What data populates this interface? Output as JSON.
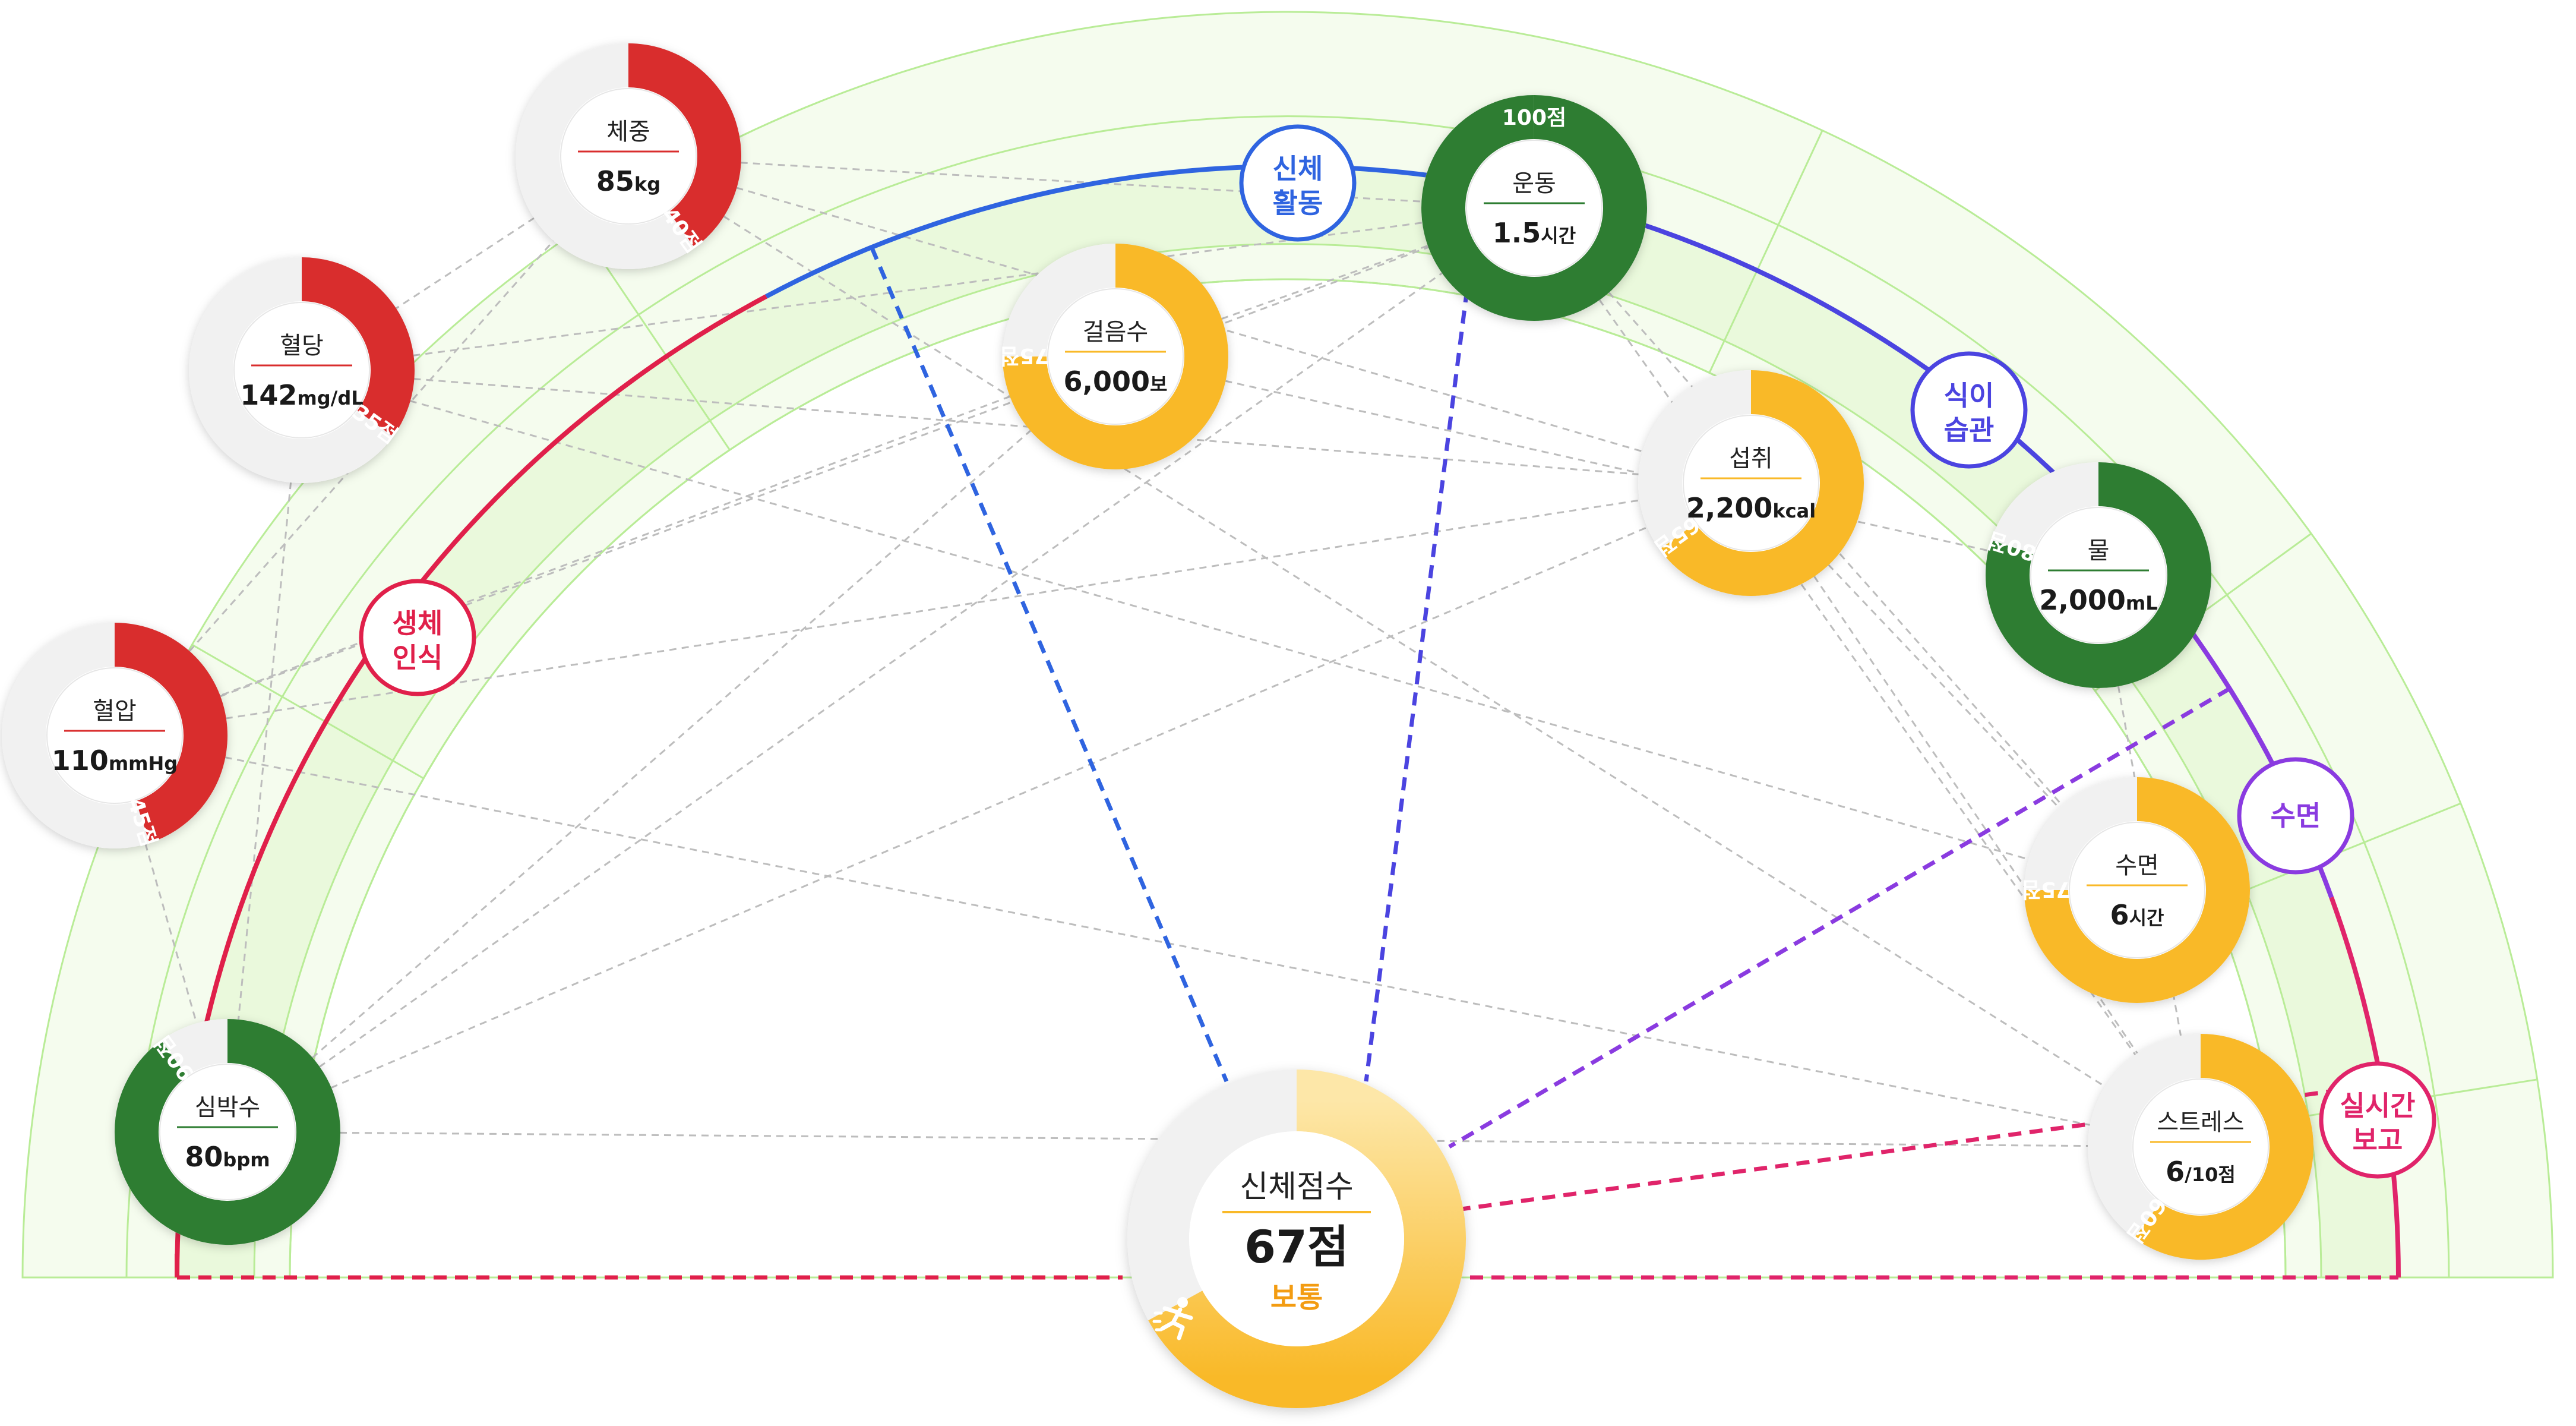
{
  "colors": {
    "red": "#D92D2D",
    "green": "#2E7D32",
    "yellow": "#F9B928",
    "track": "#F1F1F1",
    "band": "#EAF9DC",
    "band_line": "#B9EC97",
    "blue": "#2F64E0",
    "indigo": "#4B44E0",
    "purple": "#8A3BE0",
    "pink": "#E0246A",
    "crimson": "#E02050",
    "connector": "#BDBDBD"
  },
  "categories": [
    {
      "id": "bio",
      "label_line1": "생체",
      "label_line2": "인식",
      "color": "#E0204A"
    },
    {
      "id": "activity",
      "label_line1": "신체",
      "label_line2": "활동",
      "color": "#2F64E0"
    },
    {
      "id": "diet",
      "label_line1": "식이",
      "label_line2": "습관",
      "color": "#4B44E0"
    },
    {
      "id": "sleep",
      "label_line1": "수면",
      "label_line2": "",
      "color": "#8A3BE0"
    },
    {
      "id": "report",
      "label_line1": "실시간",
      "label_line2": "보고",
      "color": "#E0246A"
    }
  ],
  "metrics": [
    {
      "id": "weight",
      "title": "체중",
      "value": "85",
      "unit": "kg",
      "score_label": "40점",
      "score": 40,
      "status": "red"
    },
    {
      "id": "glucose",
      "title": "혈당",
      "value": "142",
      "unit": "mg/dL",
      "score_label": "35점",
      "score": 35,
      "status": "red"
    },
    {
      "id": "bp",
      "title": "혈압",
      "value": "110",
      "unit": "mmHg",
      "score_label": "45점",
      "score": 45,
      "status": "red"
    },
    {
      "id": "hr",
      "title": "심박수",
      "value": "80",
      "unit": "bpm",
      "score_label": "90점",
      "score": 90,
      "status": "green"
    },
    {
      "id": "steps",
      "title": "걸음수",
      "value": "6,000",
      "unit": "보",
      "score_label": "75점",
      "score": 75,
      "status": "yellow"
    },
    {
      "id": "exercise",
      "title": "운동",
      "value": "1.5",
      "unit": "시간",
      "score_label": "100점",
      "score": 100,
      "status": "green"
    },
    {
      "id": "intake",
      "title": "섭취",
      "value": "2,200",
      "unit": "kcal",
      "score_label": "65점",
      "score": 65,
      "status": "yellow"
    },
    {
      "id": "water",
      "title": "물",
      "value": "2,000",
      "unit": "mL",
      "score_label": "80점",
      "score": 80,
      "status": "green"
    },
    {
      "id": "sleep",
      "title": "수면",
      "value": "6",
      "unit": "시간",
      "score_label": "75점",
      "score": 75,
      "status": "yellow"
    },
    {
      "id": "stress",
      "title": "스트레스",
      "value": "6",
      "unit": "/10점",
      "score_label": "60점",
      "score": 60,
      "status": "yellow"
    }
  ],
  "center": {
    "title": "신체점수",
    "score_text": "67점",
    "status_text": "보통",
    "score": 67,
    "icon": "running-figure-icon"
  }
}
